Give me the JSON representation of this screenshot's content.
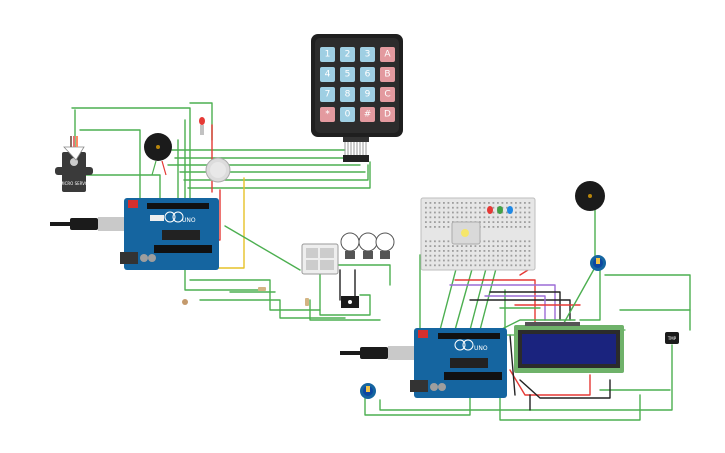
{
  "keypad": {
    "keys": [
      [
        "1",
        "2",
        "3",
        "A"
      ],
      [
        "4",
        "5",
        "6",
        "B"
      ],
      [
        "7",
        "8",
        "9",
        "C"
      ],
      [
        "*",
        "0",
        "#",
        "D"
      ]
    ],
    "colors": {
      "number": "#9fcfe3",
      "letter": "#e39a9f",
      "body": "#1f1f1f"
    }
  },
  "arduino_1": {
    "label": "UNO"
  },
  "arduino_2": {
    "label": "UNO"
  },
  "servo": {
    "label": "MICRO SERVO"
  },
  "sensor": {
    "label": "TMP"
  },
  "colors": {
    "wire_green": "#4caf50",
    "wire_red": "#e53935",
    "wire_black": "#222222",
    "wire_yellow": "#e6c229",
    "wire_purple": "#9c6bd6",
    "wire_orange": "#f57c00",
    "board_blue": "#1565a0",
    "lcd_green": "#6fb26a",
    "lcd_screen": "#1a237e"
  }
}
